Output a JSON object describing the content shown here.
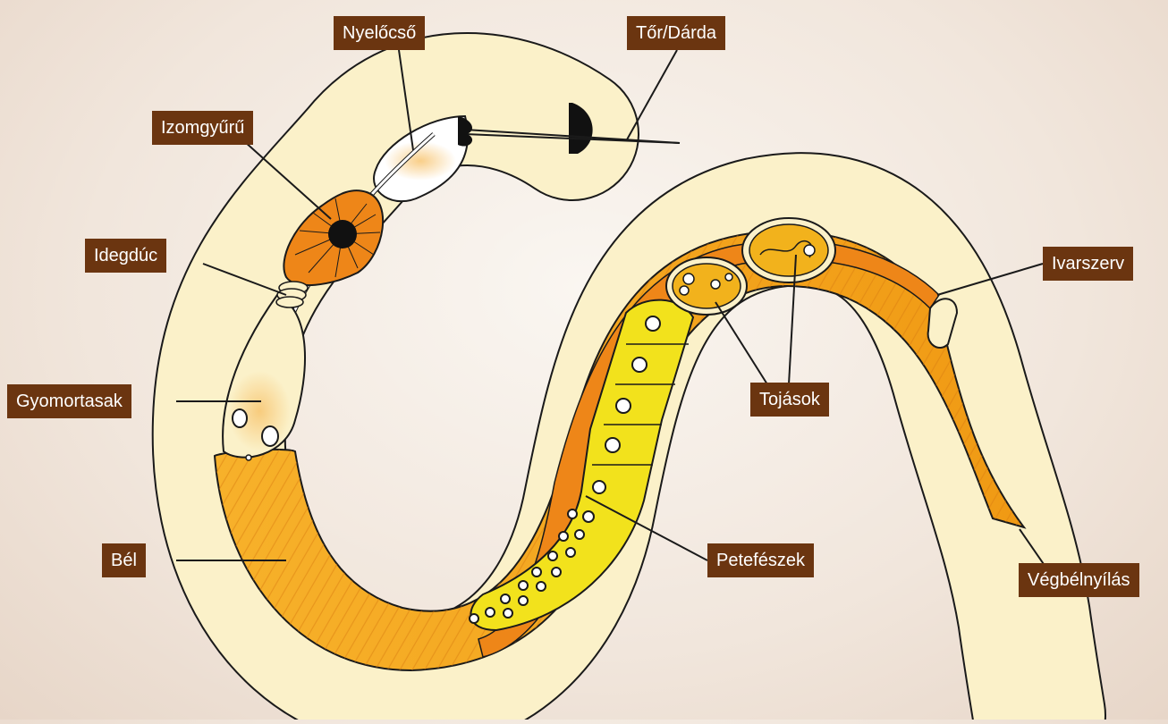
{
  "labels": {
    "pharynx": "Nyelőcső",
    "stylet": "Tőr/Dárda",
    "muscle_ring": "Izomgyűrű",
    "nerve_ring": "Idegdúc",
    "stomach_pouch": "Gyomortasak",
    "intestine": "Bél",
    "eggs": "Tojások",
    "reproductive_organ": "Ivarszerv",
    "ovary": "Petefészek",
    "anus": "Végbélnyílás"
  },
  "colors": {
    "label_bg": "#6b3510",
    "label_text": "#ffffff",
    "body_fill": "#fbf1c9",
    "intestine_fill": "#f3a21c",
    "intestine_dark": "#ee8618",
    "ovary_fill": "#f2e21c",
    "stylet_tip": "#111111",
    "outline": "#1a1a1a"
  }
}
